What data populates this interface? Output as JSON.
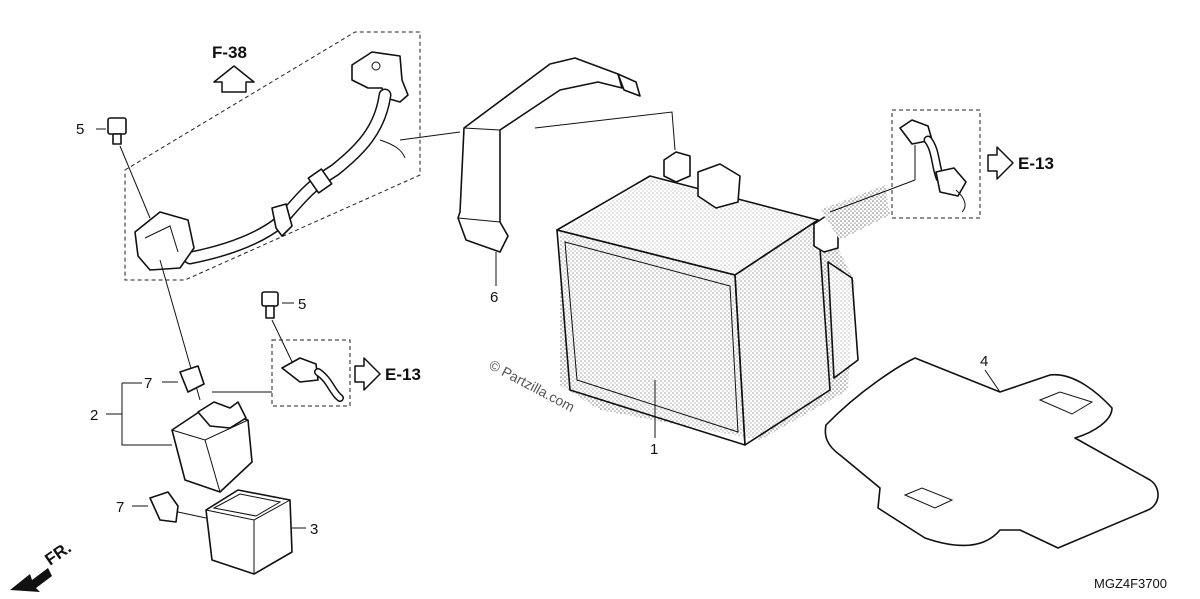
{
  "callouts": {
    "c1": "1",
    "c2": "2",
    "c3": "3",
    "c4": "4",
    "c5a": "5",
    "c5b": "5",
    "c6": "6",
    "c7a": "7",
    "c7b": "7"
  },
  "references": {
    "f38": "F-38",
    "e13a": "E-13",
    "e13b": "E-13"
  },
  "direction": "FR.",
  "watermark": "© Partzilla.com",
  "diagram_code": "MGZ4F3700"
}
